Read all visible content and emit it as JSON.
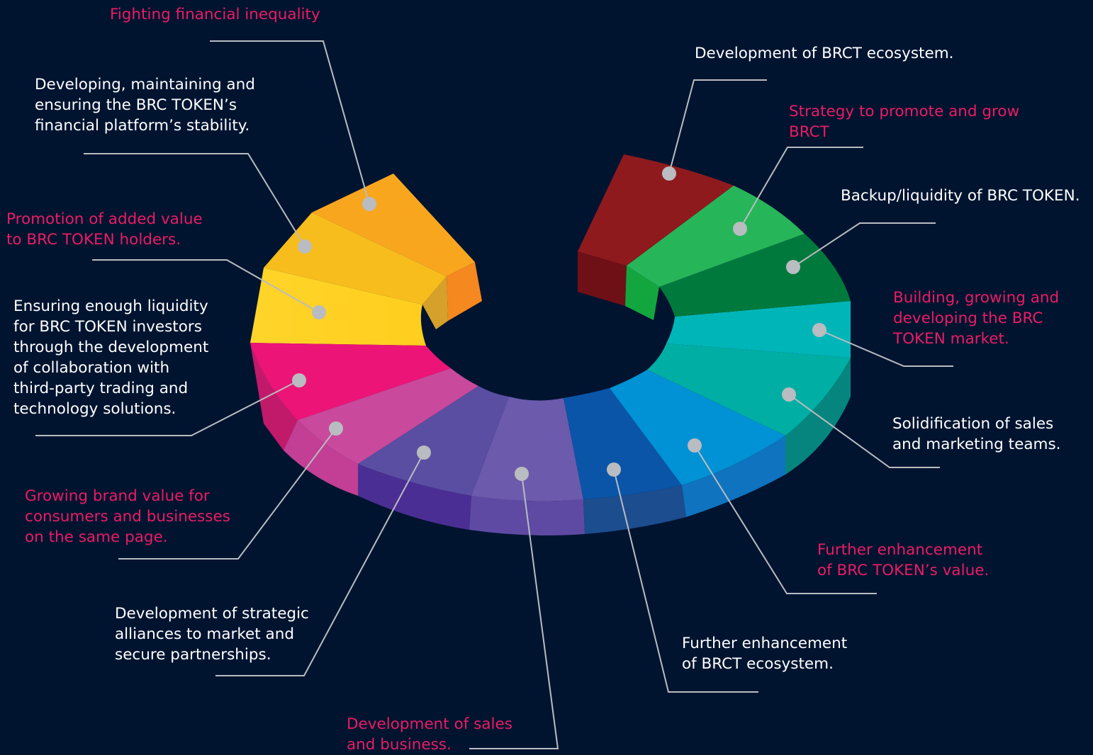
{
  "colors": {
    "background": "#001430",
    "label_white": "#ffffff",
    "label_pink": "#ea1c64",
    "leader": "#b9bcc0",
    "dot": "#b9bcc0"
  },
  "labels": [
    {
      "id": "fighting",
      "text": "Fighting financial inequality",
      "color": "pink"
    },
    {
      "id": "developing-platform",
      "text": "Developing, maintaining and\nensuring the BRC TOKEN’s\nfinancial platform’s stability.",
      "color": "white"
    },
    {
      "id": "promotion-value",
      "text": "Promotion of added value\nto BRC TOKEN holders.",
      "color": "pink"
    },
    {
      "id": "ensuring-liquidity",
      "text": "Ensuring enough liquidity\nfor BRC TOKEN investors\nthrough the development\nof collaboration with\nthird-party trading and\ntechnology solutions.",
      "color": "white"
    },
    {
      "id": "brand-value",
      "text": "Growing brand value for\nconsumers and businesses\non the same page.",
      "color": "pink"
    },
    {
      "id": "strategic-alliances",
      "text": "Development of strategic\nalliances to market and\nsecure partnerships.",
      "color": "white"
    },
    {
      "id": "sales-business",
      "text": "Development of sales\nand business.",
      "color": "pink"
    },
    {
      "id": "enhance-ecosystem",
      "text": "Further enhancement\nof BRCT ecosystem.",
      "color": "white"
    },
    {
      "id": "enhance-value",
      "text": "Further enhancement\nof BRC TOKEN’s value.",
      "color": "pink"
    },
    {
      "id": "solidification",
      "text": "Solidification of sales\nand marketing teams.",
      "color": "white"
    },
    {
      "id": "building-market",
      "text": "Building, growing and\ndeveloping the BRC\nTOKEN market.",
      "color": "pink"
    },
    {
      "id": "backup-liquidity",
      "text": "Backup/liquidity of BRC TOKEN.",
      "color": "white"
    },
    {
      "id": "strategy-promote",
      "text": "Strategy to promote and grow\nBRCT",
      "color": "pink"
    },
    {
      "id": "development-ecosystem",
      "text": "Development of BRCT ecosystem.",
      "color": "white"
    }
  ]
}
